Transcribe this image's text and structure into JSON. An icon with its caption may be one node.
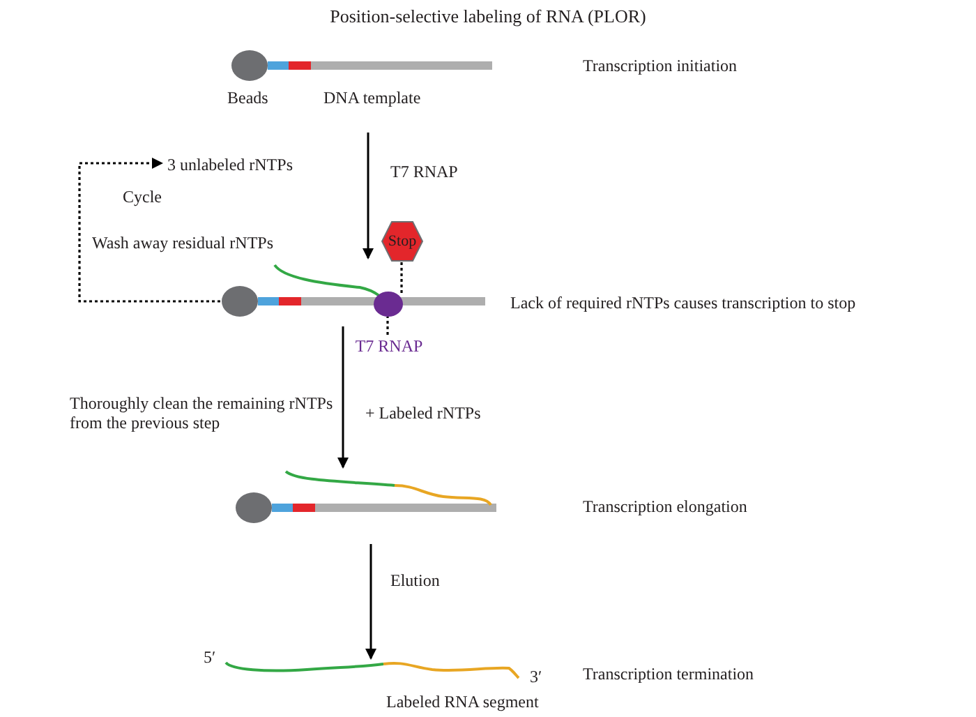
{
  "diagram": {
    "title": "Position-selective labeling of RNA (PLOR)",
    "nodes": [
      {
        "text": [],
        "shape": "picture"
      },
      {
        "text": [
          "3 unlabeled rNTPs"
        ]
      },
      {
        "text": [],
        "shape": "picture"
      },
      {
        "text": [
          "Stop"
        ]
      },
      {
        "text": [],
        "shape": "circle",
        "in": 2
      },
      {
        "text": [
          "T7 RNAP"
        ]
      },
      {
        "text": [],
        "shape": "picture"
      },
      {
        "text": [],
        "shape": "picture"
      }
    ],
    "edges": [
      {
        "from": 0,
        "to": 2,
        "arrow": "to",
        "label": "T7 RNAP"
      },
      {
        "from": 2,
        "to": 1,
        "arrow": "to",
        "style": "dashed"
      },
      {
        "from": 3,
        "to": 4,
        "arrow": "none",
        "style": "dashed"
      },
      {
        "from": 5,
        "to": 4,
        "arrow": "none",
        "style": "dashed"
      },
      {
        "from": 2,
        "to": 6,
        "arrow": "to",
        "label": "+ Labeled rNTPs"
      },
      {
        "from": 6,
        "to": 7,
        "arrow": "to",
        "label": "Elution"
      }
    ],
    "labels": [
      "Beads",
      "DNA template",
      "Transcription initiation",
      "Cycle",
      "Wash away residual rNTPs",
      "Lack of required rNTPs causes transcription to stop",
      "Thoroughly clean the remaining rNTPs from the previous step",
      "Transcription elongation",
      "5′",
      "3′",
      "Transcription termination",
      "Labeled RNA segment"
    ]
  }
}
